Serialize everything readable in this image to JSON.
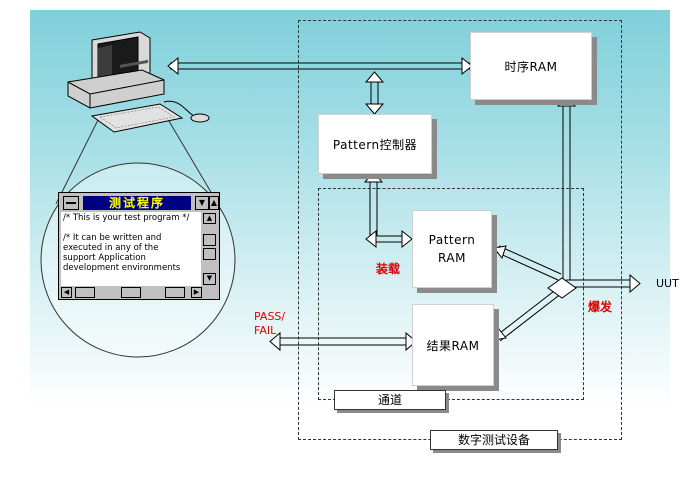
{
  "blocks": {
    "timing_ram": "时序RAM",
    "pattern_controller": "Pattern控制器",
    "pattern_ram": [
      "Pattern",
      "RAM"
    ],
    "result_ram": "结果RAM"
  },
  "labels": {
    "load": "装载",
    "burst": "爆发",
    "pass_fail": [
      "PASS/",
      "FAIL"
    ],
    "uut": "UUT",
    "channel": "通道",
    "digital_tester": "数字测试设备"
  },
  "window": {
    "title": "测试程序",
    "lines": [
      "/* This is your test program */",
      "",
      "/* It can be written and",
      "executed in any of the",
      "support Application",
      "development environments"
    ]
  },
  "colors": {
    "background_top": "#7fd0da",
    "label_red": "#e00000",
    "window_title_bg": "#000080",
    "window_title_text": "#ffff00"
  }
}
